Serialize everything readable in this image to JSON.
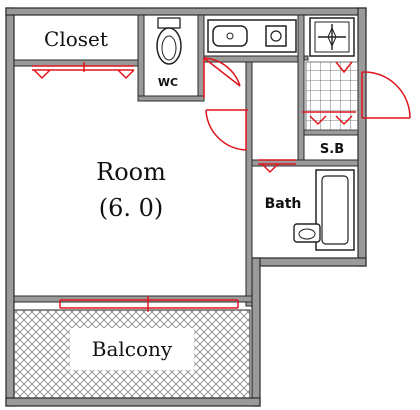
{
  "plan": {
    "labels": {
      "closet": "Closet",
      "wc": "WC",
      "room": "Room",
      "room_size": "(6. 0)",
      "bath": "Bath",
      "storage": "S.B",
      "balcony": "Balcony"
    },
    "colors": {
      "wall": "#2a2a2a",
      "wall_fill": "#9a9a9a",
      "door": "#e0141c",
      "balcony_hatch": "#8a8a8a",
      "kitchen_grid": "#555555"
    },
    "icons": [
      "toilet-icon",
      "kitchen-sink-icon",
      "stove-icon",
      "bathtub-icon",
      "washbasin-icon"
    ]
  }
}
